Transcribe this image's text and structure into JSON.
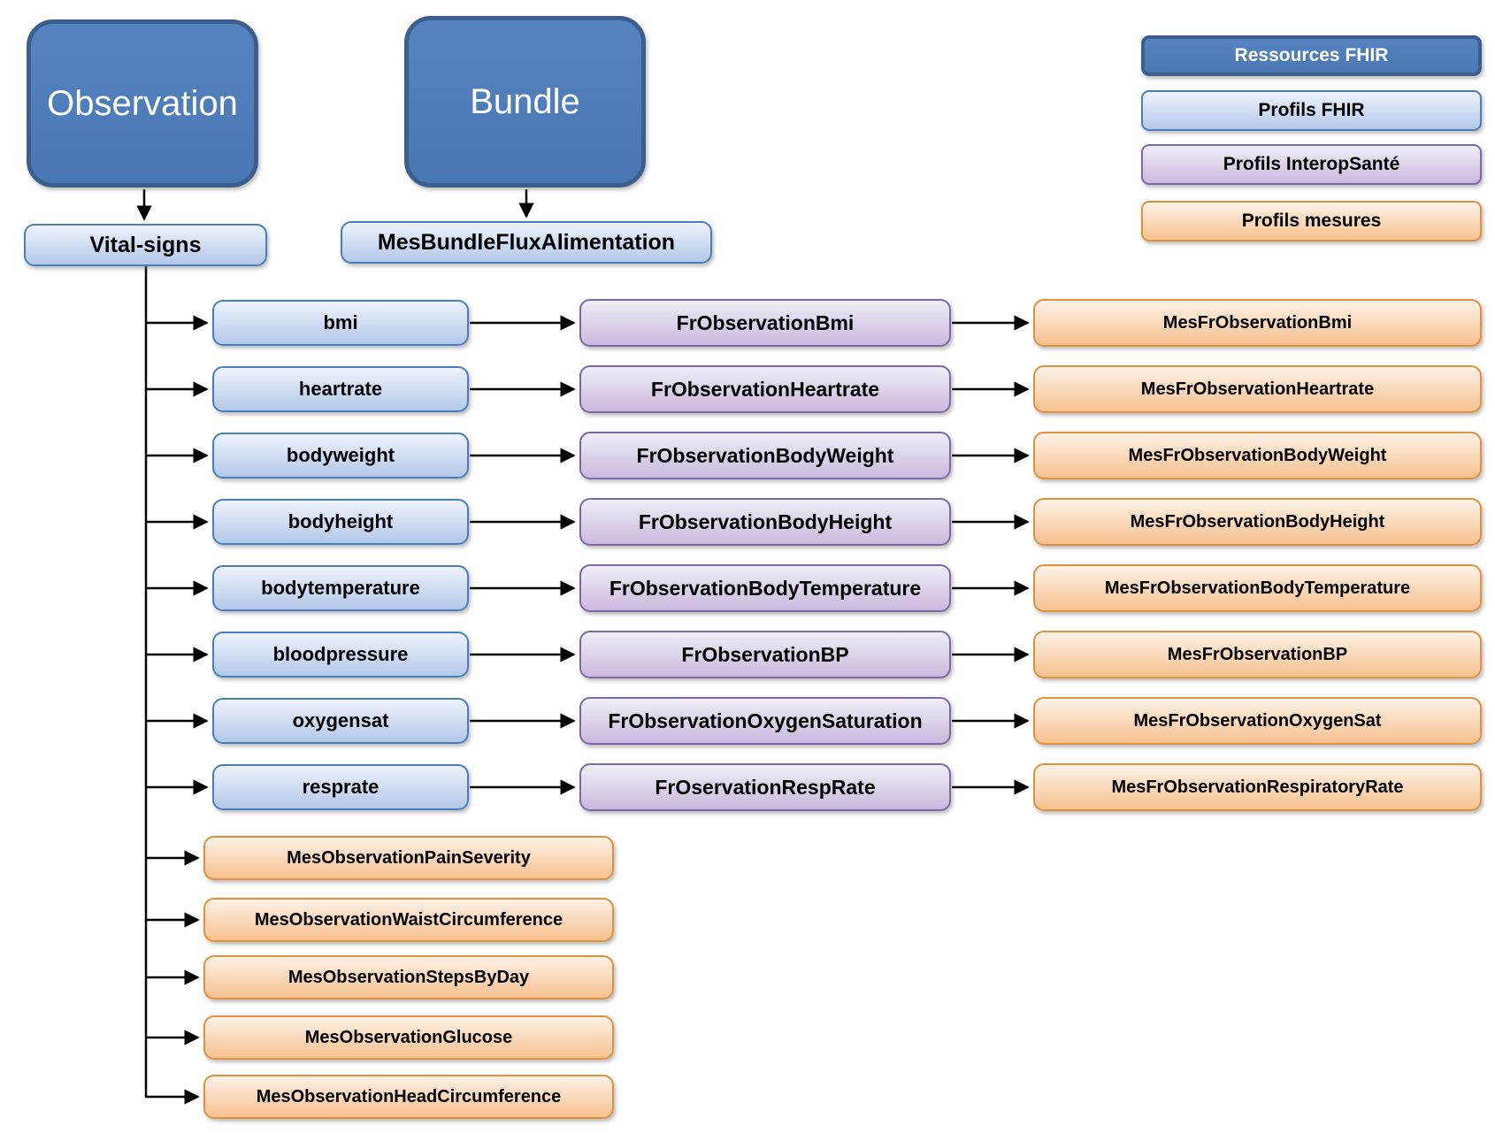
{
  "diagram": {
    "resources": {
      "observation": "Observation",
      "bundle": "Bundle"
    },
    "profiles": {
      "vital_signs": "Vital-signs",
      "mes_bundle": "MesBundleFluxAlimentation"
    },
    "rows": [
      {
        "fhir": "bmi",
        "interop": "FrObservationBmi",
        "mesure": "MesFrObservationBmi"
      },
      {
        "fhir": "heartrate",
        "interop": "FrObservationHeartrate",
        "mesure": "MesFrObservationHeartrate"
      },
      {
        "fhir": "bodyweight",
        "interop": "FrObservationBodyWeight",
        "mesure": "MesFrObservationBodyWeight"
      },
      {
        "fhir": "bodyheight",
        "interop": "FrObservationBodyHeight",
        "mesure": "MesFrObservationBodyHeight"
      },
      {
        "fhir": "bodytemperature",
        "interop": "FrObservationBodyTemperature",
        "mesure": "MesFrObservationBodyTemperature"
      },
      {
        "fhir": "bloodpressure",
        "interop": "FrObservationBP",
        "mesure": "MesFrObservationBP"
      },
      {
        "fhir": "oxygensat",
        "interop": "FrObservationOxygenSaturation",
        "mesure": "MesFrObservationOxygenSat"
      },
      {
        "fhir": "resprate",
        "interop": "FrOservationRespRate",
        "mesure": "MesFrObservationRespiratoryRate"
      }
    ],
    "extra_mesures": [
      "MesObservationPainSeverity",
      "MesObservationWaistCircumference",
      "MesObservationStepsByDay",
      "MesObservationGlucose",
      "MesObservationHeadCircumference"
    ],
    "legend": [
      {
        "label": "Ressources FHIR"
      },
      {
        "label": "Profils FHIR"
      },
      {
        "label": "Profils InteropSanté"
      },
      {
        "label": "Profils mesures"
      }
    ],
    "colors": {
      "resource_fill": "#4e7cba",
      "resource_border": "#3b5e8d",
      "fhir_fill": "#b3c8ea",
      "fhir_border": "#4a7ebb",
      "interop_fill": "#c9b9de",
      "interop_border": "#7c68a6",
      "mesure_fill": "#f7c18f",
      "mesure_border": "#e0913f",
      "connector": "#000000"
    }
  }
}
